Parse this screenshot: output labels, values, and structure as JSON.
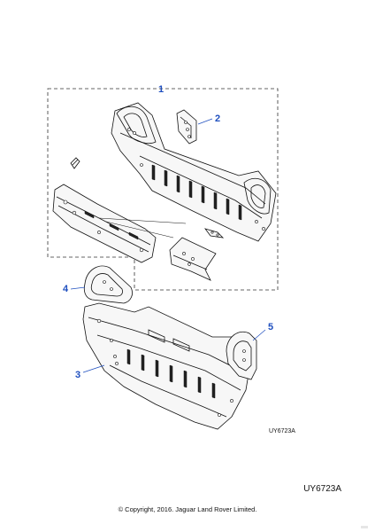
{
  "callouts": [
    {
      "id": "callout-1",
      "label": "1"
    },
    {
      "id": "callout-2",
      "label": "2"
    },
    {
      "id": "callout-3",
      "label": "3"
    },
    {
      "id": "callout-4",
      "label": "4"
    },
    {
      "id": "callout-5",
      "label": "5"
    }
  ],
  "art_reference_small": "UY6723A",
  "art_reference": "UY6723A",
  "copyright": "© Copyright, 2016. Jaguar Land Rover Limited.",
  "colors": {
    "callout": "#1f4fbf",
    "line": "#111111",
    "background": "#ffffff"
  }
}
